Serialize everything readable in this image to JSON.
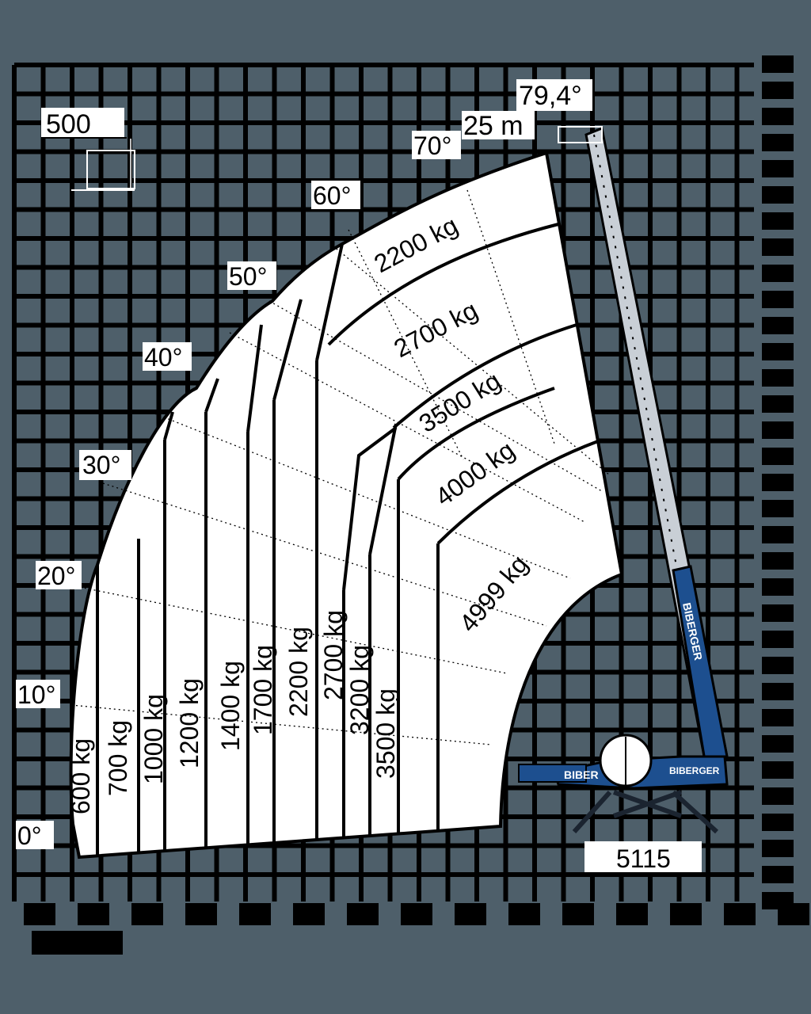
{
  "colors": {
    "background": "#4e5f6a",
    "grid": "#000000",
    "envelope_fill": "#ffffff",
    "crane_blue": "#1d4f8f",
    "crane_dark": "#1b2430"
  },
  "header": {
    "scale_value": "500",
    "max_angle": "79,4°",
    "max_height": "25 m"
  },
  "angles": [
    "0°",
    "10°",
    "20°",
    "30°",
    "40°",
    "50°",
    "60°",
    "70°"
  ],
  "arc_loads": [
    "2200 kg",
    "2700 kg",
    "3500 kg",
    "4000 kg",
    "4999 kg"
  ],
  "column_loads": [
    "600 kg",
    "700 kg",
    "1000 kg",
    "1200 kg",
    "1400 kg",
    "1700 kg",
    "2200 kg",
    "2700 kg",
    "3200 kg",
    "3500 kg"
  ],
  "base": {
    "outrigger_dimension": "5115"
  },
  "crane": {
    "brand_boom": "BIBERGER",
    "brand_body": "BIBERGER",
    "brand_counterweight": "BIBER"
  },
  "axis_icons": {
    "left_vertical": "grid-axis-marks",
    "bottom_horizontal": "grid-axis-marks"
  }
}
